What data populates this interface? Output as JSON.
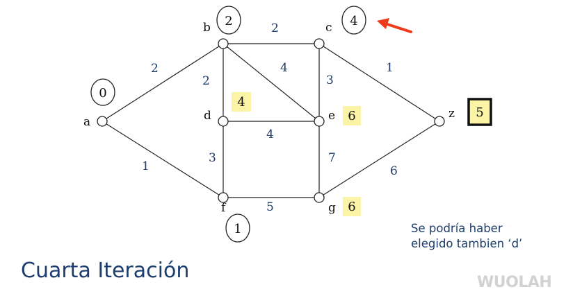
{
  "title": "Cuarta Iteración",
  "note": {
    "line1": "Se podría haber",
    "line2": "elegido tambien ‘d’"
  },
  "watermark": "WUOLAH",
  "graph": {
    "nodes": [
      {
        "id": "a",
        "label": "a"
      },
      {
        "id": "b",
        "label": "b"
      },
      {
        "id": "c",
        "label": "c"
      },
      {
        "id": "d",
        "label": "d"
      },
      {
        "id": "e",
        "label": "e"
      },
      {
        "id": "f",
        "label": "f"
      },
      {
        "id": "g",
        "label": "g"
      },
      {
        "id": "z",
        "label": "z"
      }
    ],
    "edges": [
      {
        "from": "a",
        "to": "b",
        "weight": "2"
      },
      {
        "from": "a",
        "to": "f",
        "weight": "1"
      },
      {
        "from": "b",
        "to": "c",
        "weight": "2"
      },
      {
        "from": "b",
        "to": "d",
        "weight": "2"
      },
      {
        "from": "b",
        "to": "e",
        "weight": "4"
      },
      {
        "from": "c",
        "to": "e",
        "weight": "3"
      },
      {
        "from": "c",
        "to": "z",
        "weight": "1"
      },
      {
        "from": "d",
        "to": "e",
        "weight": "4"
      },
      {
        "from": "d",
        "to": "f",
        "weight": "3"
      },
      {
        "from": "e",
        "to": "g",
        "weight": "7"
      },
      {
        "from": "f",
        "to": "g",
        "weight": "5"
      },
      {
        "from": "g",
        "to": "z",
        "weight": "6"
      }
    ],
    "distances": {
      "permanent": {
        "a": "0",
        "b": "2",
        "c": "4",
        "f": "1"
      },
      "tentative": {
        "d": "4",
        "e": "6",
        "g": "6"
      },
      "final": {
        "z": "5"
      }
    },
    "colors": {
      "weight_text": "#1d3a6b",
      "highlight": "#fbf3a6",
      "arrow": "#ee3b1b",
      "title": "#1c3d6e"
    }
  }
}
